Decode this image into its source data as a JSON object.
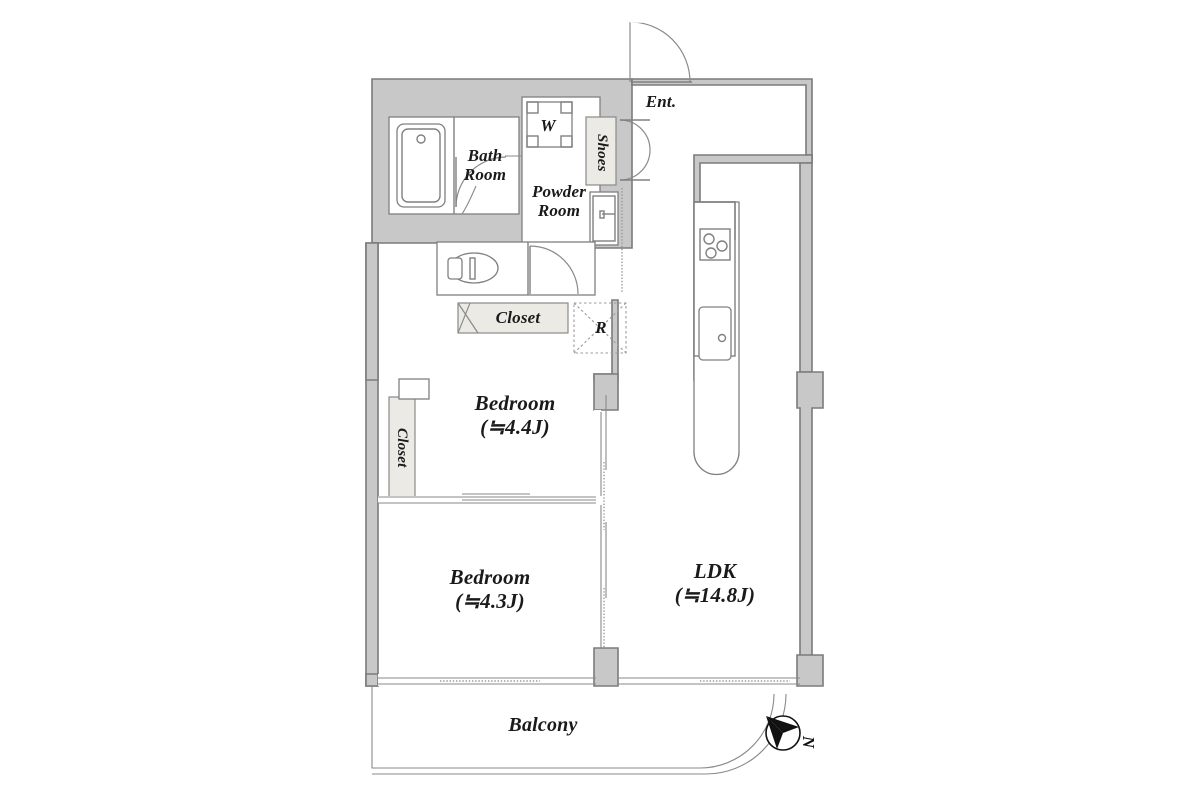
{
  "plan": {
    "title": "Apartment Floor Plan",
    "wall_color": "#c8c8c8",
    "wall_stroke": "#7b7b7b",
    "fixture_stroke": "#808080",
    "closet_fill": "#eceae5",
    "text_color": "#1a1a1a",
    "background": "#ffffff"
  },
  "rooms": [
    {
      "key": "ldk",
      "name": "LDK",
      "area": "(≒14.8J)"
    },
    {
      "key": "bedroom1",
      "name": "Bedroom",
      "area": "(≒4.4J)"
    },
    {
      "key": "bedroom2",
      "name": "Bedroom",
      "area": "(≒4.3J)"
    },
    {
      "key": "bathroom",
      "name": "Bath\nRoom",
      "area": ""
    },
    {
      "key": "powder",
      "name": "Powder\nRoom",
      "area": ""
    },
    {
      "key": "balcony",
      "name": "Balcony",
      "area": ""
    },
    {
      "key": "entrance",
      "name": "Ent.",
      "area": ""
    }
  ],
  "labels": {
    "ldk_name": "LDK",
    "ldk_area": "(≒14.8J)",
    "bedroom1_name": "Bedroom",
    "bedroom1_area": "(≒4.4J)",
    "bedroom2_name": "Bedroom",
    "bedroom2_area": "(≒4.3J)",
    "bath_line1": "Bath",
    "bath_line2": "Room",
    "powder_line1": "Powder",
    "powder_line2": "Room",
    "balcony": "Balcony",
    "entrance": "Ent.",
    "shoes": "Shoes",
    "washer": "W",
    "refrigerator": "R",
    "closet_upper": "Closet",
    "closet_left": "Closet",
    "compass_north": "N"
  },
  "fixtures": [
    {
      "name": "bathtub",
      "room": "bathroom"
    },
    {
      "name": "washing-machine",
      "room": "powder",
      "label": "W"
    },
    {
      "name": "vanity-sink",
      "room": "powder"
    },
    {
      "name": "toilet",
      "room": "toilet"
    },
    {
      "name": "shoe-box",
      "room": "entrance",
      "label": "Shoes"
    },
    {
      "name": "refrigerator-space",
      "room": "ldk",
      "label": "R"
    },
    {
      "name": "gas-stove",
      "room": "ldk"
    },
    {
      "name": "kitchen-sink",
      "room": "ldk"
    }
  ],
  "doors": [
    {
      "name": "entrance-door",
      "type": "swing"
    },
    {
      "name": "shoes-door",
      "type": "double-swing"
    },
    {
      "name": "toilet-door",
      "type": "swing"
    },
    {
      "name": "bathroom-door",
      "type": "swing"
    },
    {
      "name": "closet-door",
      "type": "folding"
    },
    {
      "name": "balcony-door",
      "type": "sliding"
    },
    {
      "name": "bedroom1-door",
      "type": "sliding"
    },
    {
      "name": "bedroom2-door",
      "type": "sliding"
    }
  ],
  "compass": {
    "direction": "N",
    "rotation_deg": -45
  }
}
